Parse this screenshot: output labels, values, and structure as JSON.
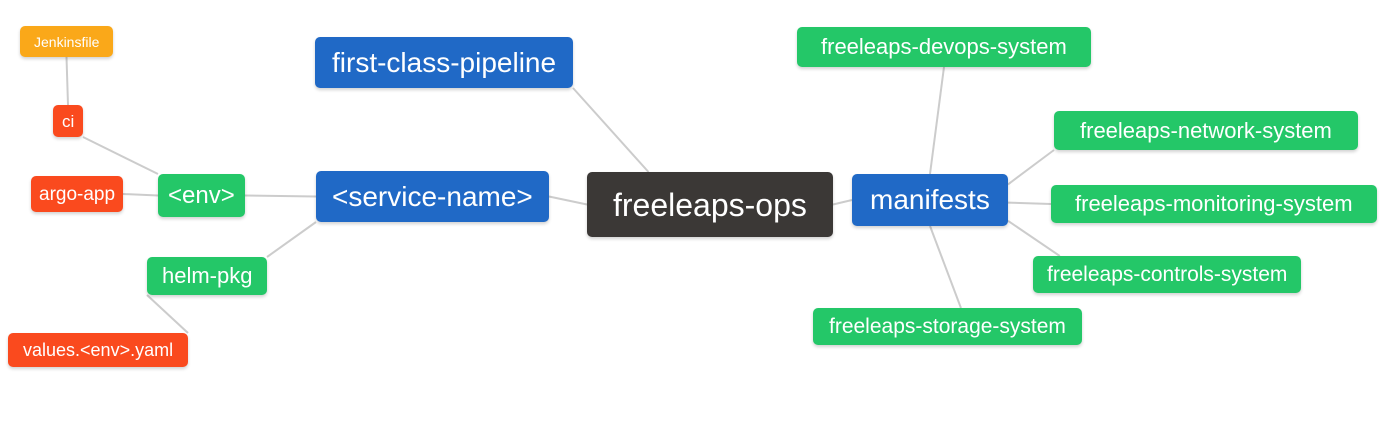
{
  "palette": {
    "blue": "#2069C6",
    "green": "#24C768",
    "red": "#FA4A1E",
    "orange": "#FAA819",
    "dark": "#3B3836",
    "edge": "#CCCCCC",
    "text": "#FFFFFF",
    "background": "#FFFFFF"
  },
  "nodes": [
    {
      "id": "jenkinsfile",
      "label": "Jenkinsfile",
      "color": "orange"
    },
    {
      "id": "ci",
      "label": "ci",
      "color": "red"
    },
    {
      "id": "argo-app",
      "label": "argo-app",
      "color": "red"
    },
    {
      "id": "env",
      "label": "<env>",
      "color": "green"
    },
    {
      "id": "helm-pkg",
      "label": "helm-pkg",
      "color": "green"
    },
    {
      "id": "values-env-yaml",
      "label": "values.<env>.yaml",
      "color": "red"
    },
    {
      "id": "first-class-pipeline",
      "label": "first-class-pipeline",
      "color": "blue"
    },
    {
      "id": "service-name",
      "label": "<service-name>",
      "color": "blue"
    },
    {
      "id": "freeleaps-ops",
      "label": "freeleaps-ops",
      "color": "dark"
    },
    {
      "id": "manifests",
      "label": "manifests",
      "color": "blue"
    },
    {
      "id": "freeleaps-devops-system",
      "label": "freeleaps-devops-system",
      "color": "green"
    },
    {
      "id": "freeleaps-network-system",
      "label": "freeleaps-network-system",
      "color": "green"
    },
    {
      "id": "freeleaps-monitoring-system",
      "label": "freeleaps-monitoring-system",
      "color": "green"
    },
    {
      "id": "freeleaps-controls-system",
      "label": "freeleaps-controls-system",
      "color": "green"
    },
    {
      "id": "freeleaps-storage-system",
      "label": "freeleaps-storage-system",
      "color": "green"
    }
  ],
  "edges": [
    {
      "from": "jenkinsfile",
      "to": "ci"
    },
    {
      "from": "ci",
      "to": "env"
    },
    {
      "from": "argo-app",
      "to": "env"
    },
    {
      "from": "env",
      "to": "service-name"
    },
    {
      "from": "helm-pkg",
      "to": "service-name"
    },
    {
      "from": "values-env-yaml",
      "to": "helm-pkg"
    },
    {
      "from": "first-class-pipeline",
      "to": "freeleaps-ops"
    },
    {
      "from": "service-name",
      "to": "freeleaps-ops"
    },
    {
      "from": "freeleaps-ops",
      "to": "manifests"
    },
    {
      "from": "freeleaps-devops-system",
      "to": "manifests"
    },
    {
      "from": "manifests",
      "to": "freeleaps-network-system"
    },
    {
      "from": "manifests",
      "to": "freeleaps-monitoring-system"
    },
    {
      "from": "manifests",
      "to": "freeleaps-controls-system"
    },
    {
      "from": "manifests",
      "to": "freeleaps-storage-system"
    }
  ]
}
